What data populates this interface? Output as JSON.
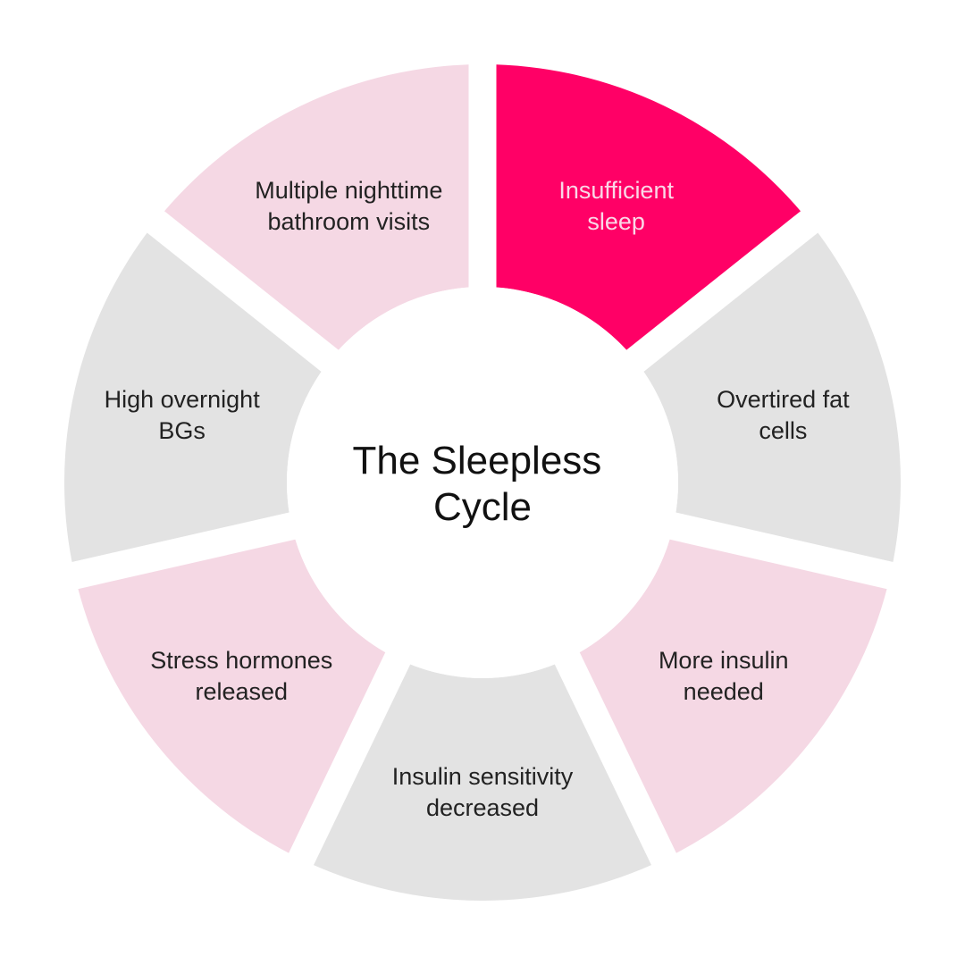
{
  "title": [
    "The Sleepless",
    "Cycle"
  ],
  "colors": {
    "highlight": "#FF0066",
    "light_pink": "#F5D8E4",
    "gray": "#E3E3E3",
    "highlight_text": "#FAD7E7",
    "text": "#222222"
  },
  "segments": [
    {
      "lines": [
        "Insufficient",
        "sleep"
      ],
      "style": "highlight"
    },
    {
      "lines": [
        "Overtired fat",
        "cells"
      ],
      "style": "gray"
    },
    {
      "lines": [
        "More insulin",
        "needed"
      ],
      "style": "light_pink"
    },
    {
      "lines": [
        "Insulin sensitivity",
        "decreased"
      ],
      "style": "gray"
    },
    {
      "lines": [
        "Stress hormones",
        "released"
      ],
      "style": "light_pink"
    },
    {
      "lines": [
        "High overnight",
        "BGs"
      ],
      "style": "gray"
    },
    {
      "lines": [
        "Multiple nighttime",
        "bathroom visits"
      ],
      "style": "light_pink"
    }
  ]
}
